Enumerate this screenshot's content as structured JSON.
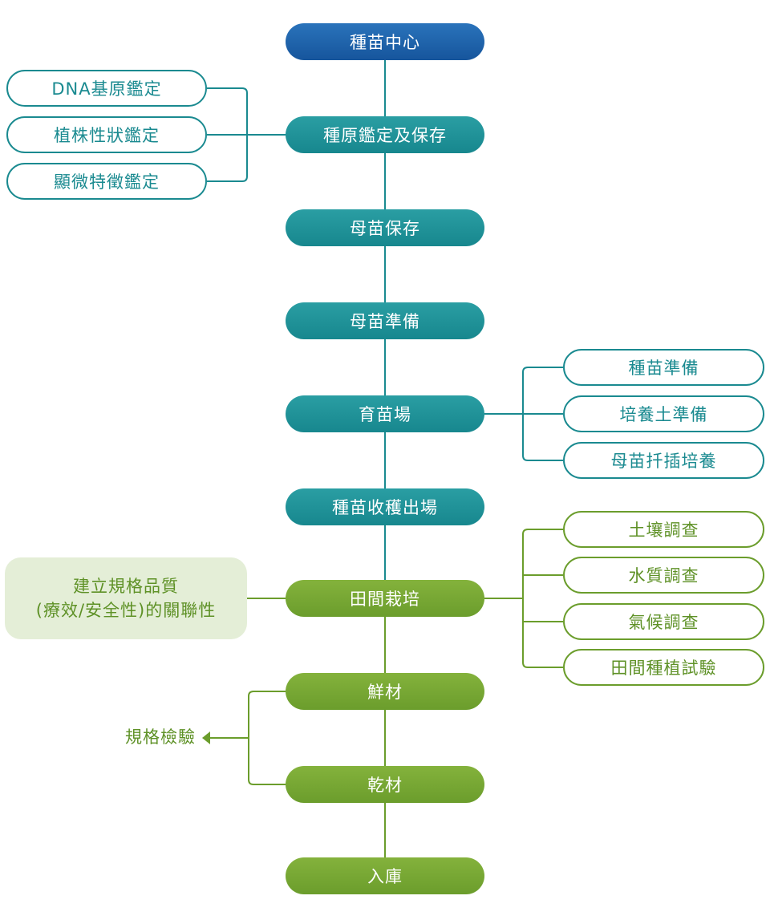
{
  "main_flow": [
    {
      "id": "seed_center",
      "label": "種苗中心",
      "color": "#1a62a8"
    },
    {
      "id": "germplasm",
      "label": "種原鑑定及保存",
      "color": "#1f9098"
    },
    {
      "id": "mother_preserve",
      "label": "母苗保存",
      "color": "#1f9098"
    },
    {
      "id": "mother_prepare",
      "label": "母苗準備",
      "color": "#1f9098"
    },
    {
      "id": "nursery",
      "label": "育苗場",
      "color": "#1f9098"
    },
    {
      "id": "harvest_out",
      "label": "種苗收穫出場",
      "color": "#1f9098"
    },
    {
      "id": "field",
      "label": "田間栽培",
      "color": "#72a232"
    },
    {
      "id": "fresh",
      "label": "鮮材",
      "color": "#72a232"
    },
    {
      "id": "dried",
      "label": "乾材",
      "color": "#72a232"
    },
    {
      "id": "storage",
      "label": "入庫",
      "color": "#72a232"
    }
  ],
  "germplasm_methods": [
    "DNA基原鑑定",
    "植株性狀鑑定",
    "顯微特徵鑑定"
  ],
  "nursery_steps": [
    "種苗準備",
    "培養土準備",
    "母苗扦插培養"
  ],
  "field_surveys": [
    "土壤調查",
    "水質調查",
    "氣候調查",
    "田間種植試驗"
  ],
  "quality_note": {
    "line1": "建立規格品質",
    "line2": "(療效/安全性)的關聯性"
  },
  "spec_inspection": "規格檢驗"
}
